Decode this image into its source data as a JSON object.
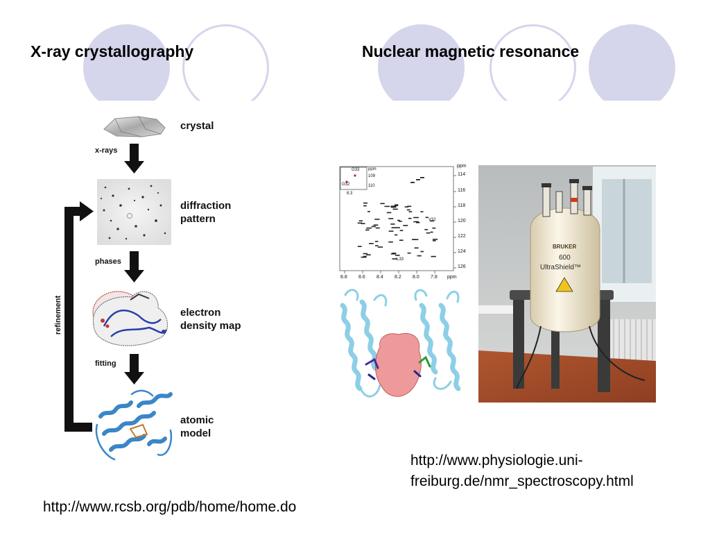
{
  "slide": {
    "left_title": "X-ray crystallography",
    "right_title": "Nuclear magnetic resonance",
    "left_url": "http://www.rcsb.org/pdb/home/home.do",
    "right_url": "http://www.physiologie.uni-freiburg.de/nmr_spectroscopy.html",
    "right_url_line1": "http://www.physiologie.uni-",
    "right_url_line2": "freiburg.de/nmr_spectroscopy.html"
  },
  "xray_flow": {
    "stages": [
      "crystal",
      "diffraction pattern",
      "electron density map",
      "atomic model"
    ],
    "stage_lines": {
      "crystal": "crystal",
      "diffraction_1": "diffraction",
      "diffraction_2": "pattern",
      "density_1": "electron",
      "density_2": "density map",
      "model_1": "atomic",
      "model_2": "model"
    },
    "steps": {
      "x_rays": "x-rays",
      "phases": "phases",
      "fitting": "fitting"
    },
    "loop_label": "refinement"
  },
  "nmr_spectrum": {
    "y_unit": "ppm",
    "y_ticks": [
      "114",
      "116",
      "118",
      "120",
      "122",
      "124",
      "126"
    ],
    "x_ticks": [
      "8.8",
      "8.6",
      "8.4",
      "8.2",
      "8.0",
      "7.8"
    ],
    "x_unit": "ppm",
    "inset_y_unit": "ppm",
    "inset_y_ticks": [
      "109",
      "110"
    ],
    "inset_x_tick": "8.3",
    "inset_labels": [
      "G33",
      "G32"
    ],
    "peak_labels": [
      "V32",
      "L33"
    ]
  },
  "magnet": {
    "brand": "BRUKER",
    "model_number": "600",
    "model_name": "UltraShield™"
  },
  "colors": {
    "decor_circle": "#d5d5ec",
    "protein_blue": "#3a86c8",
    "helix_light_blue": "#8ccfe6",
    "surface_red": "#e8787a"
  }
}
